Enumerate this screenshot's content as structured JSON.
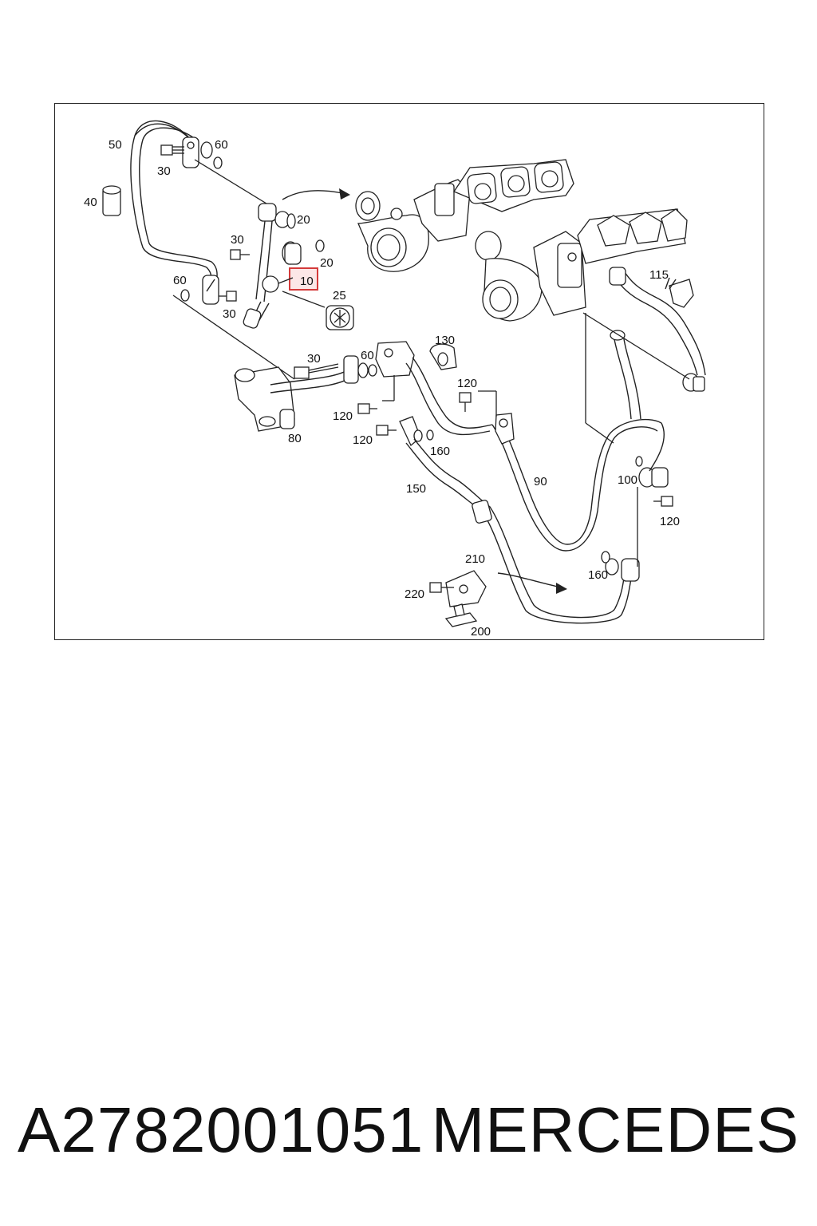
{
  "footer": {
    "part_number": "A2782001051",
    "brand": "MERCEDES"
  },
  "highlight": {
    "label": "10",
    "color": "#d43a3a"
  },
  "callouts": {
    "c50": "50",
    "c60a": "60",
    "c30a": "30",
    "c40": "40",
    "c20a": "20",
    "c30b": "30",
    "c20b": "20",
    "c10": "10",
    "c60b": "60",
    "c30c": "30",
    "c25": "25",
    "c30d": "30",
    "c60c": "60",
    "c130": "130",
    "c120a": "120",
    "c120b": "120",
    "c80": "80",
    "c120c": "120",
    "c160a": "160",
    "c90": "90",
    "c150": "150",
    "c115": "115",
    "c100": "100",
    "c120d": "120",
    "c160b": "160",
    "c210": "210",
    "c220": "220",
    "c200": "200"
  }
}
